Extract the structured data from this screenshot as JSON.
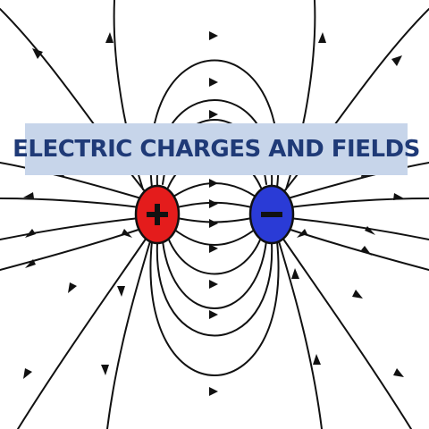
{
  "title": "ELECTRIC CHARGES AND FIELDS",
  "charges": [
    {
      "name": "positive",
      "symbol": "+",
      "color": "#e41c1c"
    },
    {
      "name": "negative",
      "symbol": "−",
      "color": "#2a3bd6"
    }
  ],
  "colors": {
    "banner_background": "#c7d5ea",
    "banner_text": "#1f3a77",
    "field_lines": "#111111"
  },
  "icons": [
    "plus-icon",
    "minus-icon",
    "arrow-icon"
  ]
}
